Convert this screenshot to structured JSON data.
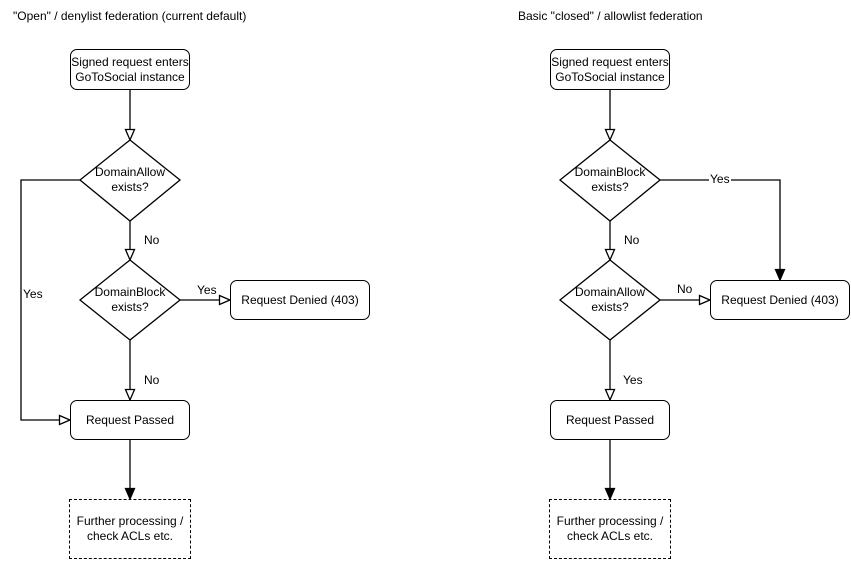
{
  "colors": {
    "stroke": "#000000",
    "background": "#ffffff",
    "text": "#000000"
  },
  "left_chart": {
    "title": "\"Open\" / denylist federation (current default)",
    "start_box": "Signed request enters\nGoToSocial instance",
    "decision1": "DomainAllow\nexists?",
    "decision2": "DomainBlock\nexists?",
    "denied_box": "Request Denied (403)",
    "passed_box": "Request Passed",
    "further_box": "Further processing /\ncheck ACLs etc.",
    "labels": {
      "d1_yes": "Yes",
      "d1_no": "No",
      "d2_yes": "Yes",
      "d2_no": "No"
    }
  },
  "right_chart": {
    "title": "Basic \"closed\" / allowlist federation",
    "start_box": "Signed request enters\nGoToSocial instance",
    "decision1": "DomainBlock\nexists?",
    "decision2": "DomainAllow\nexists?",
    "denied_box": "Request Denied (403)",
    "passed_box": "Request Passed",
    "further_box": "Further processing /\ncheck ACLs etc.",
    "labels": {
      "d1_yes": "Yes",
      "d1_no": "No",
      "d2_no": "No",
      "d2_yes": "Yes"
    }
  }
}
